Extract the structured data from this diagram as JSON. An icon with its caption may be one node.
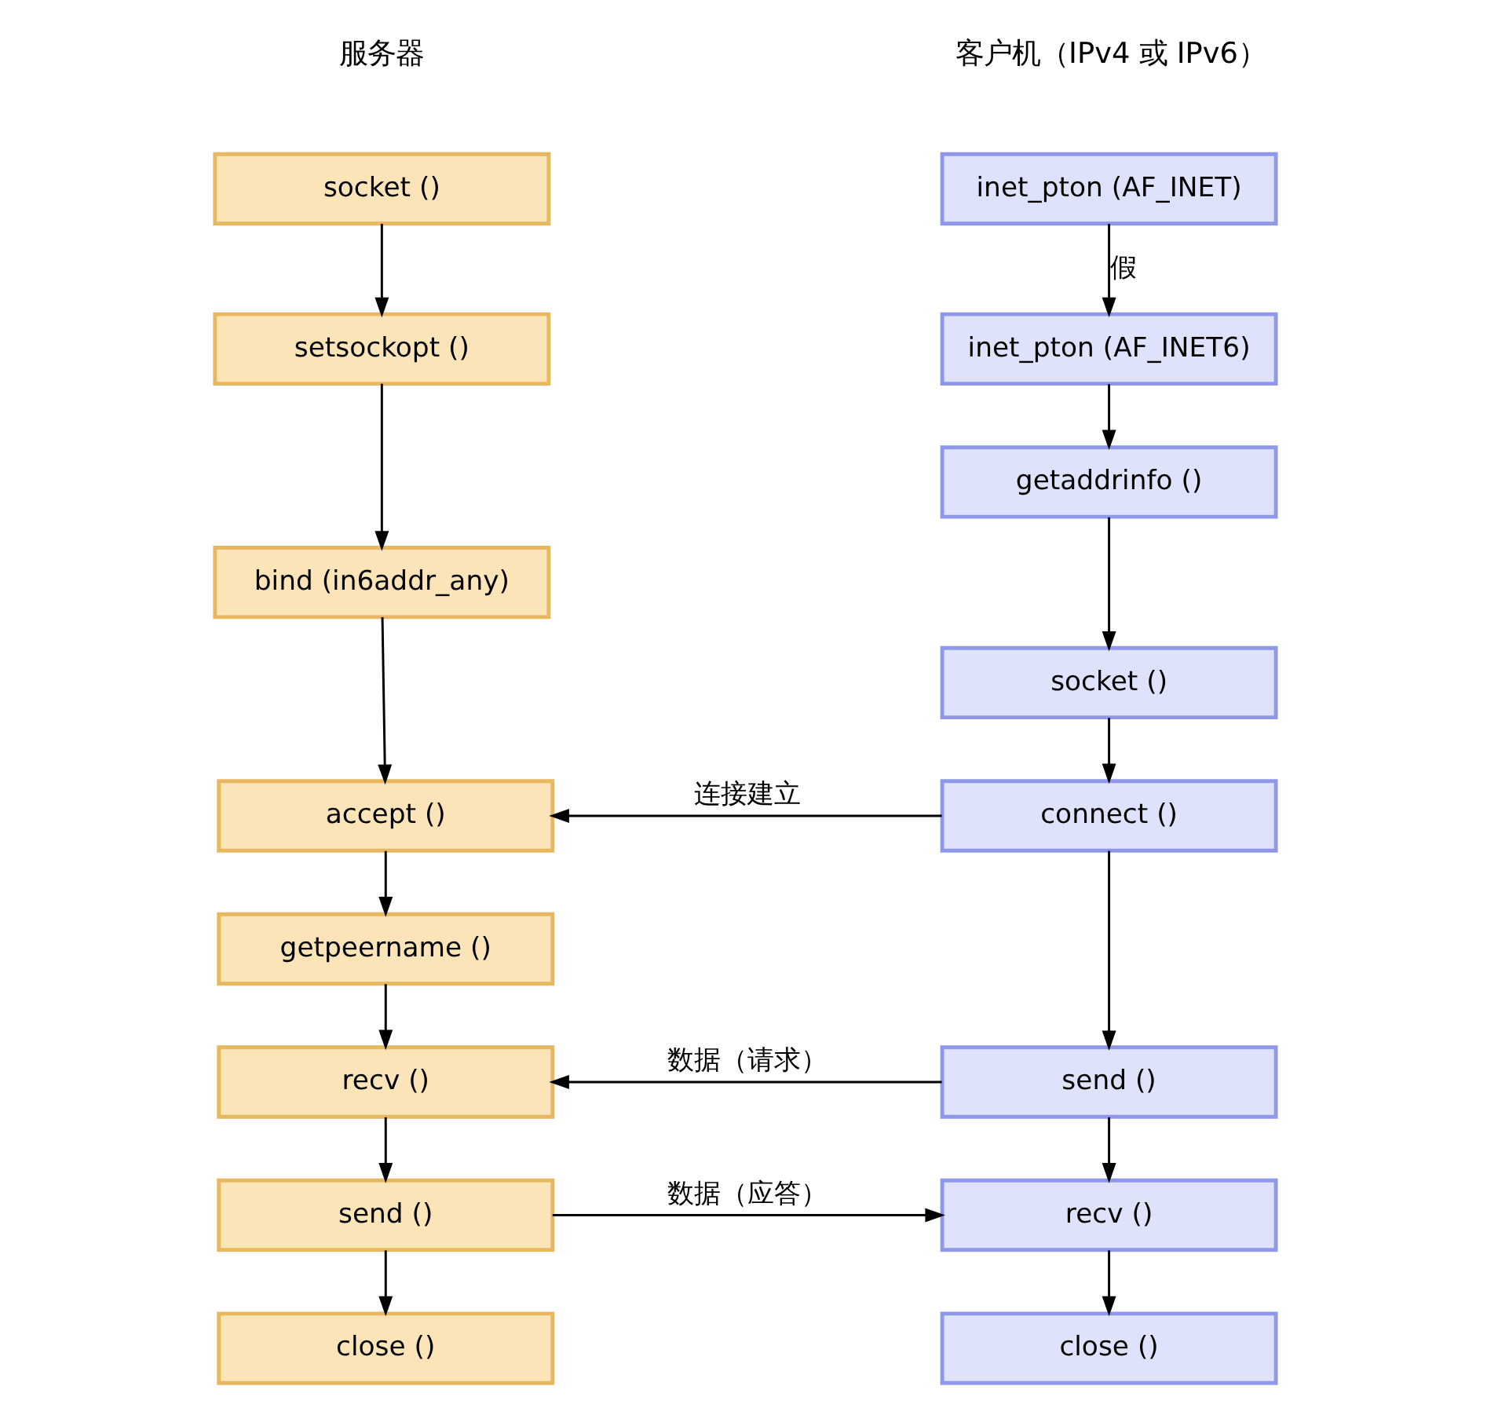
{
  "diagram": {
    "nodes": [
      {
        "text": [
          "socket ()"
        ]
      },
      {
        "text": [
          "setsockopt ()"
        ]
      },
      {
        "text": [
          "bind (in6addr_any)"
        ]
      },
      {
        "text": [
          "accept ()"
        ]
      },
      {
        "text": [
          "getpeername ()"
        ]
      },
      {
        "text": [
          "recv ()"
        ]
      },
      {
        "text": [
          "send ()"
        ]
      },
      {
        "text": [
          "close ()"
        ]
      },
      {
        "text": [
          "inet_pton (AF_INET)"
        ]
      },
      {
        "text": [
          "inet_pton (AF_INET6)"
        ]
      },
      {
        "text": [
          "getaddrinfo ()"
        ]
      },
      {
        "text": [
          "socket ()"
        ]
      },
      {
        "text": [
          "connect ()"
        ]
      },
      {
        "text": [
          "send ()"
        ]
      },
      {
        "text": [
          "recv ()"
        ]
      },
      {
        "text": [
          "close ()"
        ]
      }
    ],
    "edges": [
      {
        "from": 0,
        "to": 1,
        "arrow": "to"
      },
      {
        "from": 1,
        "to": 2,
        "arrow": "to"
      },
      {
        "from": 2,
        "to": 3,
        "arrow": "to"
      },
      {
        "from": 3,
        "to": 4,
        "arrow": "to"
      },
      {
        "from": 4,
        "to": 5,
        "arrow": "to"
      },
      {
        "from": 5,
        "to": 6,
        "arrow": "to"
      },
      {
        "from": 6,
        "to": 7,
        "arrow": "to"
      },
      {
        "from": 8,
        "to": 9,
        "arrow": "to",
        "label": "假"
      },
      {
        "from": 9,
        "to": 10,
        "arrow": "to"
      },
      {
        "from": 10,
        "to": 11,
        "arrow": "to"
      },
      {
        "from": 11,
        "to": 12,
        "arrow": "to"
      },
      {
        "from": 12,
        "to": 13,
        "arrow": "to"
      },
      {
        "from": 13,
        "to": 14,
        "arrow": "to"
      },
      {
        "from": 14,
        "to": 15,
        "arrow": "to"
      },
      {
        "from": 12,
        "to": 3,
        "arrow": "to",
        "label": "连接建立"
      },
      {
        "from": 13,
        "to": 5,
        "arrow": "to",
        "label": "数据（请求）"
      },
      {
        "from": 6,
        "to": 14,
        "arrow": "to",
        "label": "数据（应答）"
      }
    ],
    "labels": [
      "服务器",
      "客户机（IPv4 或 IPv6）"
    ]
  }
}
